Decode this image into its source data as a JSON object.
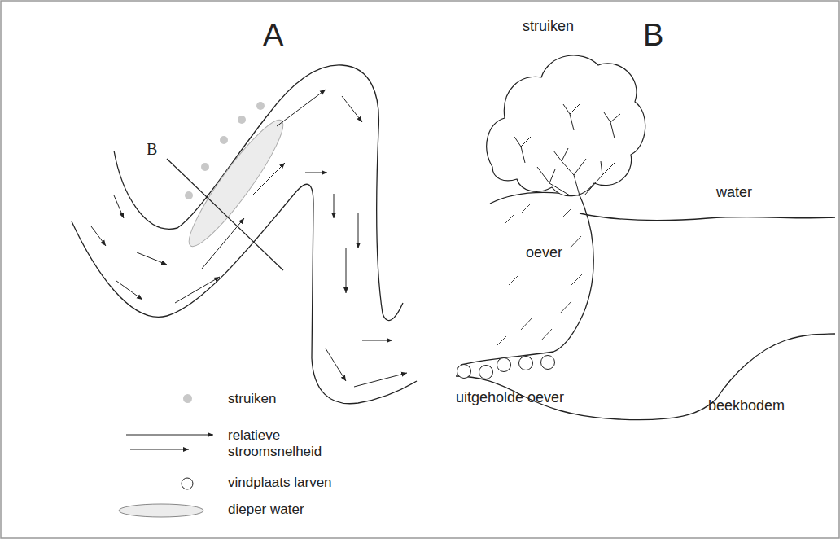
{
  "diagram": {
    "labels": [
      "A",
      "B",
      "B",
      "struiken",
      "water",
      "oever",
      "uitgeholde oever",
      "beekbodem"
    ],
    "legend": [
      {
        "text": "struiken",
        "color": "#c8c8c8"
      },
      {
        "text": "relatieve stroomsnelheid"
      },
      {
        "text": "vindplaats larven"
      },
      {
        "text": "dieper water"
      }
    ]
  }
}
